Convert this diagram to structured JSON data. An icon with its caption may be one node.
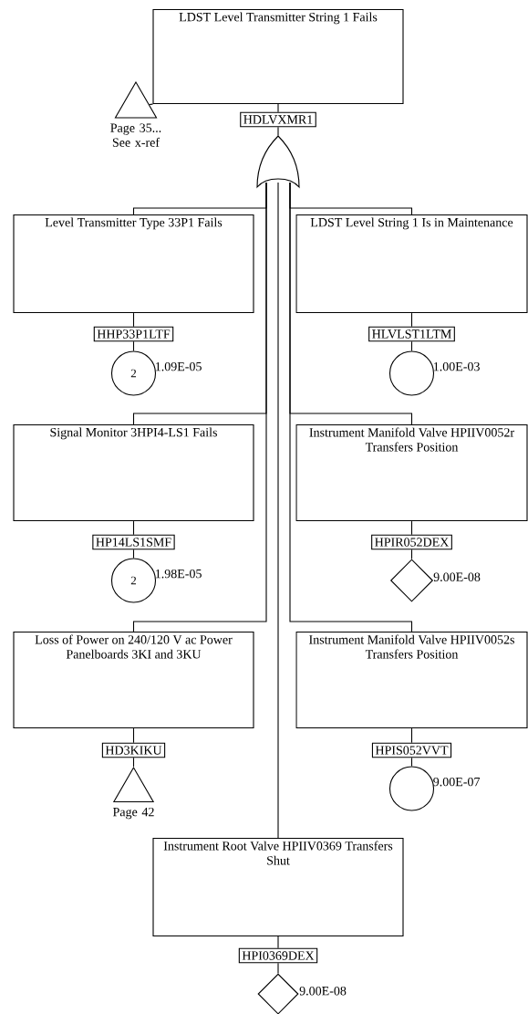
{
  "diagram": {
    "nodes": [
      {
        "text": [
          "LDST Level Transmitter String 1 Fails"
        ]
      },
      {
        "text": [
          "HDLVXMR1"
        ]
      },
      {
        "text": [],
        "shape": "triangle",
        "beside": [
          "Page 35... See x-ref"
        ]
      },
      {
        "text": [],
        "shape": "gate"
      },
      {
        "text": [
          "Level Transmitter Type 33P1 Fails"
        ]
      },
      {
        "text": [
          "HHP33P1LTF"
        ]
      },
      {
        "text": [
          "2"
        ],
        "beside": [
          "1.09E-05"
        ]
      },
      {
        "text": [
          "LDST Level String 1 Is in Maintenance"
        ]
      },
      {
        "text": [
          "HLVLST1LTM"
        ]
      },
      {
        "text": [],
        "shape": "circle",
        "beside": [
          "1.00E-03"
        ]
      },
      {
        "text": [
          "Signal Monitor 3HPI4-LS1 Fails"
        ]
      },
      {
        "text": [
          "HP14LS1SMF"
        ]
      },
      {
        "text": [
          "2"
        ],
        "beside": [
          "1.98E-05"
        ]
      },
      {
        "text": [
          "Instrument Manifold Valve HPIIV0052r Transfers Position"
        ]
      },
      {
        "text": [
          "HPIR052DEX"
        ]
      },
      {
        "text": [],
        "shape": "diamond",
        "beside": [
          "9.00E-08"
        ]
      },
      {
        "text": [
          "Loss of Power on 240/120 V ac Power Panelboards 3KI and 3KU"
        ]
      },
      {
        "text": [
          "HD3KIKU"
        ]
      },
      {
        "text": [],
        "shape": "triangle",
        "beside": [
          "Page 42"
        ]
      },
      {
        "text": [
          "Instrument Manifold Valve HPIIV0052s Transfers Position"
        ]
      },
      {
        "text": [
          "HPIS052VVT"
        ]
      },
      {
        "text": [],
        "shape": "circle",
        "beside": [
          "9.00E-07"
        ]
      },
      {
        "text": [
          "Instrument Root Valve HPIIV0369 Transfers Shut"
        ]
      },
      {
        "text": [
          "HPI0369DEX"
        ]
      },
      {
        "text": [],
        "shape": "diamond",
        "beside": [
          "9.00E-08"
        ]
      }
    ],
    "edges": [
      {
        "from": 0,
        "to": 1,
        "arrow": "none"
      },
      {
        "from": 2,
        "to": 0,
        "arrow": "none"
      },
      {
        "from": 1,
        "to": 3,
        "arrow": "none"
      },
      {
        "from": 3,
        "to": 4,
        "arrow": "none"
      },
      {
        "from": 3,
        "to": 7,
        "arrow": "none"
      },
      {
        "from": 3,
        "to": 10,
        "arrow": "none"
      },
      {
        "from": 3,
        "to": 13,
        "arrow": "none"
      },
      {
        "from": 3,
        "to": 16,
        "arrow": "none"
      },
      {
        "from": 3,
        "to": 19,
        "arrow": "none"
      },
      {
        "from": 3,
        "to": 22,
        "arrow": "none"
      },
      {
        "from": 4,
        "to": 5,
        "arrow": "none"
      },
      {
        "from": 5,
        "to": 6,
        "arrow": "none"
      },
      {
        "from": 7,
        "to": 8,
        "arrow": "none"
      },
      {
        "from": 8,
        "to": 9,
        "arrow": "none"
      },
      {
        "from": 10,
        "to": 11,
        "arrow": "none"
      },
      {
        "from": 11,
        "to": 12,
        "arrow": "none"
      },
      {
        "from": 13,
        "to": 14,
        "arrow": "none"
      },
      {
        "from": 14,
        "to": 15,
        "arrow": "none"
      },
      {
        "from": 16,
        "to": 17,
        "arrow": "none"
      },
      {
        "from": 17,
        "to": 18,
        "arrow": "none"
      },
      {
        "from": 19,
        "to": 20,
        "arrow": "none"
      },
      {
        "from": 20,
        "to": 21,
        "arrow": "none"
      },
      {
        "from": 22,
        "to": 23,
        "arrow": "none"
      },
      {
        "from": 23,
        "to": 24,
        "arrow": "none"
      }
    ]
  }
}
